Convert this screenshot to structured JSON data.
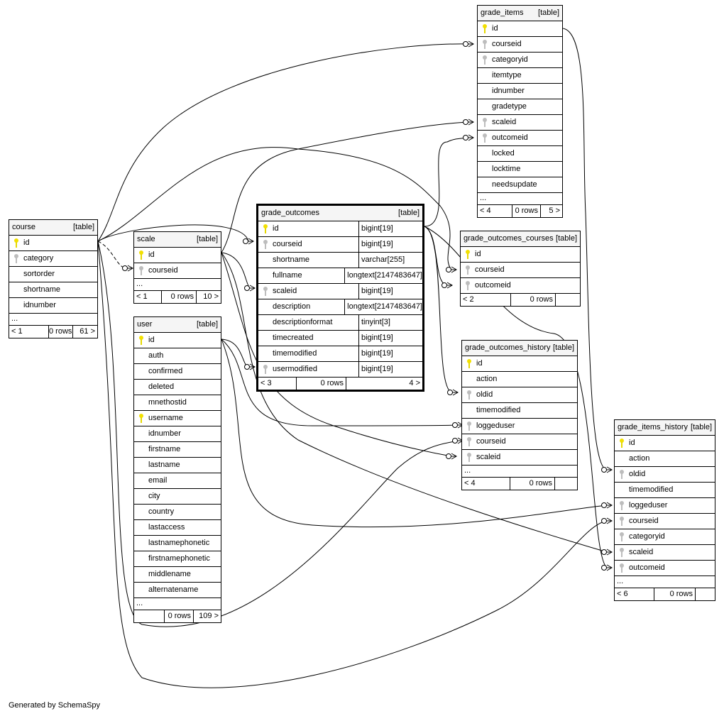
{
  "footer": "Generated by SchemaSpy",
  "colors": {
    "primary_key": "#f2e000",
    "foreign_key": "#bdbdbd",
    "header": "#f5f5f5",
    "line": "#000000"
  },
  "tables": {
    "course": {
      "name": "course",
      "kind": "[table]",
      "rows": [
        {
          "name": "id",
          "key": "pk"
        },
        {
          "name": "category",
          "key": "fk"
        },
        {
          "name": "sortorder",
          "key": ""
        },
        {
          "name": "shortname",
          "key": ""
        },
        {
          "name": "idnumber",
          "key": ""
        }
      ],
      "more": "...",
      "foot": [
        "< 1",
        "0 rows",
        "61 >"
      ]
    },
    "scale": {
      "name": "scale",
      "kind": "[table]",
      "rows": [
        {
          "name": "id",
          "key": "pk"
        },
        {
          "name": "courseid",
          "key": "fk"
        }
      ],
      "more": "...",
      "foot": [
        "< 1",
        "0 rows",
        "10 >"
      ]
    },
    "user": {
      "name": "user",
      "kind": "[table]",
      "rows": [
        {
          "name": "id",
          "key": "pk"
        },
        {
          "name": "auth",
          "key": ""
        },
        {
          "name": "confirmed",
          "key": ""
        },
        {
          "name": "deleted",
          "key": ""
        },
        {
          "name": "mnethostid",
          "key": ""
        },
        {
          "name": "username",
          "key": "pk"
        },
        {
          "name": "idnumber",
          "key": ""
        },
        {
          "name": "firstname",
          "key": ""
        },
        {
          "name": "lastname",
          "key": ""
        },
        {
          "name": "email",
          "key": ""
        },
        {
          "name": "city",
          "key": ""
        },
        {
          "name": "country",
          "key": ""
        },
        {
          "name": "lastaccess",
          "key": ""
        },
        {
          "name": "lastnamephonetic",
          "key": ""
        },
        {
          "name": "firstnamephonetic",
          "key": ""
        },
        {
          "name": "middlename",
          "key": ""
        },
        {
          "name": "alternatename",
          "key": ""
        }
      ],
      "more": "...",
      "foot": [
        "",
        "0 rows",
        "109 >"
      ]
    },
    "grade_outcomes": {
      "name": "grade_outcomes",
      "kind": "[table]",
      "rows": [
        {
          "name": "id",
          "key": "pk",
          "type": "bigint[19]"
        },
        {
          "name": "courseid",
          "key": "fk",
          "type": "bigint[19]"
        },
        {
          "name": "shortname",
          "key": "",
          "type": "varchar[255]"
        },
        {
          "name": "fullname",
          "key": "",
          "type": "longtext[2147483647]"
        },
        {
          "name": "scaleid",
          "key": "fk",
          "type": "bigint[19]"
        },
        {
          "name": "description",
          "key": "",
          "type": "longtext[2147483647]"
        },
        {
          "name": "descriptionformat",
          "key": "",
          "type": "tinyint[3]"
        },
        {
          "name": "timecreated",
          "key": "",
          "type": "bigint[19]"
        },
        {
          "name": "timemodified",
          "key": "",
          "type": "bigint[19]"
        },
        {
          "name": "usermodified",
          "key": "fk",
          "type": "bigint[19]"
        }
      ],
      "foot": [
        "< 3",
        "0 rows",
        "4 >"
      ]
    },
    "grade_items": {
      "name": "grade_items",
      "kind": "[table]",
      "rows": [
        {
          "name": "id",
          "key": "pk"
        },
        {
          "name": "courseid",
          "key": "fk"
        },
        {
          "name": "categoryid",
          "key": "fk"
        },
        {
          "name": "itemtype",
          "key": ""
        },
        {
          "name": "idnumber",
          "key": ""
        },
        {
          "name": "gradetype",
          "key": ""
        },
        {
          "name": "scaleid",
          "key": "fk"
        },
        {
          "name": "outcomeid",
          "key": "fk"
        },
        {
          "name": "locked",
          "key": ""
        },
        {
          "name": "locktime",
          "key": ""
        },
        {
          "name": "needsupdate",
          "key": ""
        }
      ],
      "more": "...",
      "foot": [
        "< 4",
        "0 rows",
        "5 >"
      ]
    },
    "grade_outcomes_courses": {
      "name": "grade_outcomes_courses",
      "kind": "[table]",
      "rows": [
        {
          "name": "id",
          "key": "pk"
        },
        {
          "name": "courseid",
          "key": "fk"
        },
        {
          "name": "outcomeid",
          "key": "fk"
        }
      ],
      "foot": [
        "< 2",
        "0 rows",
        ""
      ]
    },
    "grade_outcomes_history": {
      "name": "grade_outcomes_history",
      "kind": "[table]",
      "rows": [
        {
          "name": "id",
          "key": "pk"
        },
        {
          "name": "action",
          "key": ""
        },
        {
          "name": "oldid",
          "key": "fk"
        },
        {
          "name": "timemodified",
          "key": ""
        },
        {
          "name": "loggeduser",
          "key": "fk"
        },
        {
          "name": "courseid",
          "key": "fk"
        },
        {
          "name": "scaleid",
          "key": "fk"
        }
      ],
      "more": "...",
      "foot": [
        "< 4",
        "0 rows",
        ""
      ]
    },
    "grade_items_history": {
      "name": "grade_items_history",
      "kind": "[table]",
      "rows": [
        {
          "name": "id",
          "key": "pk"
        },
        {
          "name": "action",
          "key": ""
        },
        {
          "name": "oldid",
          "key": "fk"
        },
        {
          "name": "timemodified",
          "key": ""
        },
        {
          "name": "loggeduser",
          "key": "fk"
        },
        {
          "name": "courseid",
          "key": "fk"
        },
        {
          "name": "categoryid",
          "key": "fk"
        },
        {
          "name": "scaleid",
          "key": "fk"
        },
        {
          "name": "outcomeid",
          "key": "fk"
        }
      ],
      "more": "...",
      "foot": [
        "< 6",
        "0 rows",
        ""
      ]
    }
  }
}
